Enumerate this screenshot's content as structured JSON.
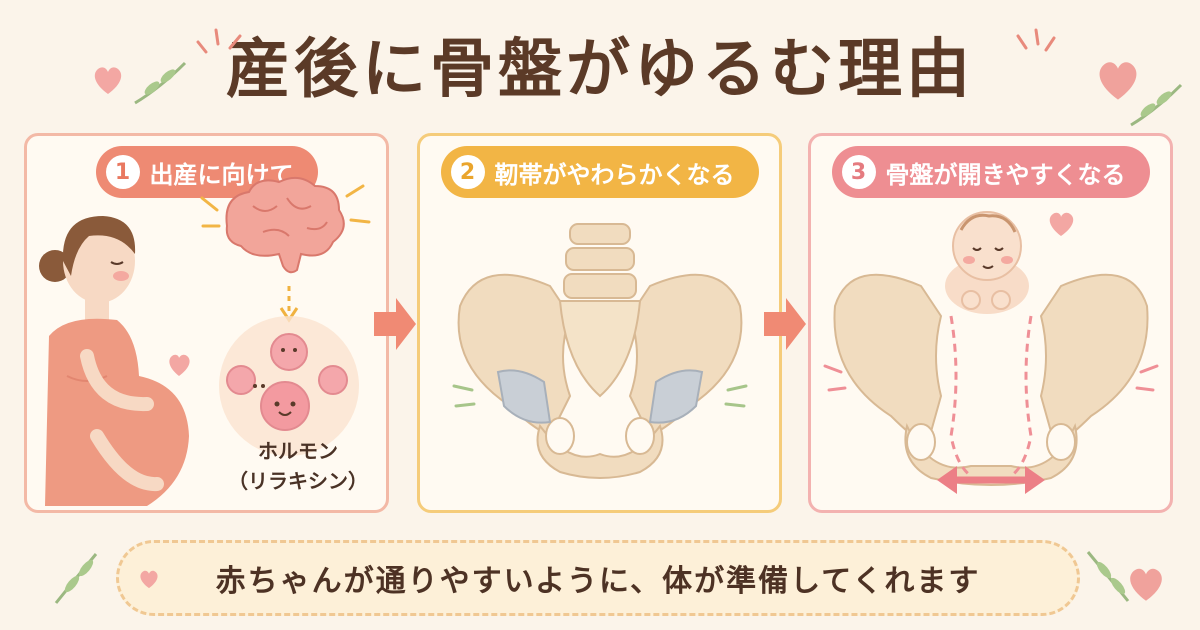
{
  "title": "産後に骨盤がゆるむ理由",
  "steps": [
    {
      "number": "1",
      "label": "出産に向けて",
      "color": "#ee8a73"
    },
    {
      "number": "2",
      "label": "靭帯がやわらかくなる",
      "color": "#f2b545"
    },
    {
      "number": "3",
      "label": "骨盤が開きやすくなる",
      "color": "#ee8e92"
    }
  ],
  "hormone": {
    "line1": "ホルモン",
    "line2": "（リラキシン）"
  },
  "banner": "赤ちゃんが通りやすいように、体が準備してくれます",
  "icons": [
    "pregnant-woman-illustration",
    "brain-icon",
    "hormone-bubbles-icon",
    "pelvis-illustration",
    "ligament-icon",
    "baby-icon",
    "heart-icon",
    "leaf-sprig-icon",
    "arrow-right-icon",
    "double-arrow-icon"
  ],
  "colors": {
    "background": "#fbf4ea",
    "title": "#5b3a27",
    "accent_coral": "#ee8a73",
    "accent_yellow": "#f2b545",
    "accent_pink": "#ee8e92",
    "bone": "#f1dcbf"
  }
}
